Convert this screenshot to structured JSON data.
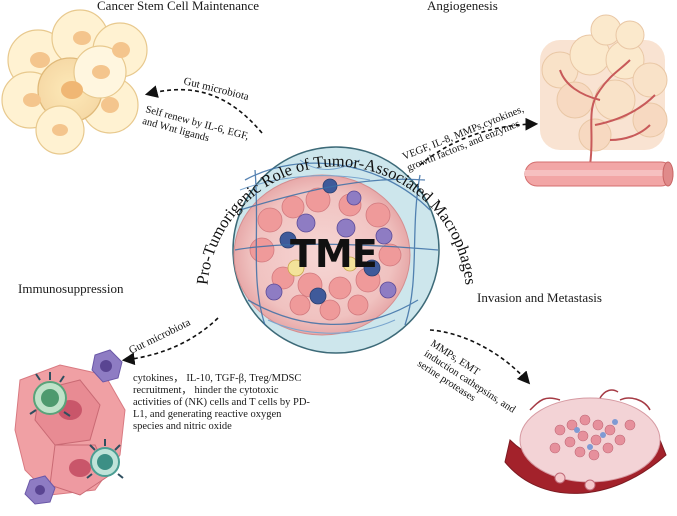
{
  "sections": {
    "top_left": "Cancer Stem Cell Maintenance",
    "top_right": "Angiogenesis",
    "bottom_left": "Immunosuppression",
    "bottom_right": "Invasion and Metastasis"
  },
  "center": {
    "label": "TME",
    "ring_text": "Pro-Tumorigenic Role of Tumor-Associated Macrophages"
  },
  "arrows": {
    "top_left": {
      "label": "Gut microbiota"
    },
    "bottom_left": {
      "label": "Gut microbiota"
    }
  },
  "annotations": {
    "top_left": [
      "Self renew by IL-6, EGF,",
      "and Wnt ligands"
    ],
    "top_right": [
      "VEGF, IL-8, MMPs,cytokines,",
      "growth factors, and enzymes"
    ],
    "bottom_right": [
      "MMPs, EMT",
      "induction cathepsins, and",
      "serine proteases"
    ],
    "bottom_left": [
      "cytokines， IL-10, TGF-β, Treg/MDSC",
      "recruitment， hinder the cytotoxic",
      "activities of (NK) cells and T cells by PD-",
      "L1, and generating reactive oxygen",
      "species  and nitric oxide"
    ]
  },
  "colors": {
    "tme_outer": "#c9e4ea",
    "tme_inner": "#f3c7c6",
    "tumor_cell": "#ef9a9a",
    "stem_cell": "#fbe7b8",
    "vessel": "#f0a8a8",
    "macrophage_purple": "#8e7cc3",
    "fiber_blue": "#3b6fa6"
  }
}
